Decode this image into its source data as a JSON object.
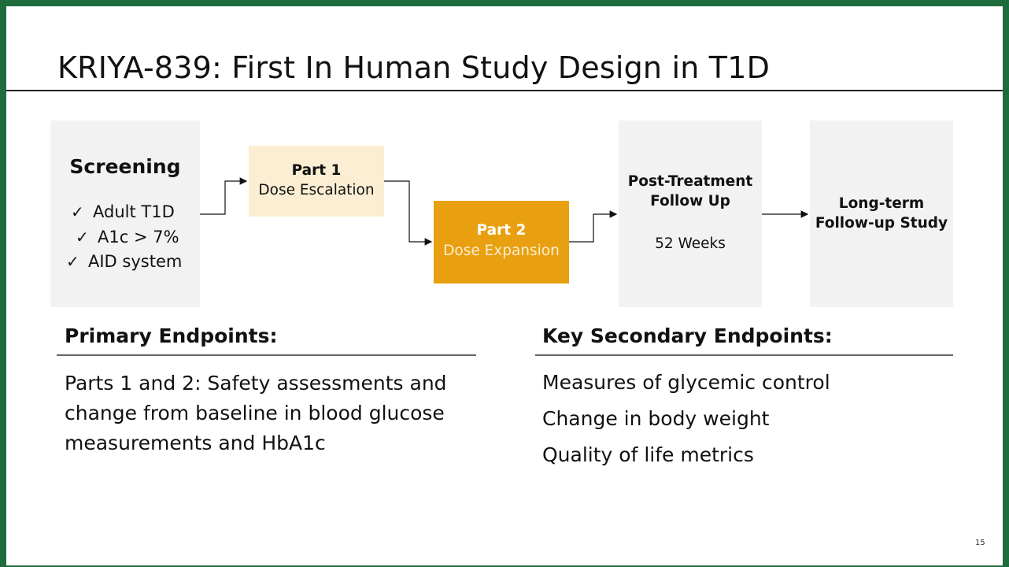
{
  "slide": {
    "title": "KRIYA-839: First In Human Study Design in T1D",
    "page_number": "15"
  },
  "flow": {
    "screening": {
      "title": "Screening",
      "criteria": [
        "Adult T1D",
        "A1c > 7%",
        "AID system"
      ],
      "check_glyph": "✓"
    },
    "part1": {
      "title": "Part 1",
      "subtitle": "Dose Escalation"
    },
    "part2": {
      "title": "Part 2",
      "subtitle": "Dose Expansion"
    },
    "post_treatment": {
      "line1": "Post-Treatment",
      "line2": "Follow Up",
      "duration": "52 Weeks"
    },
    "long_term": {
      "line1": "Long-term",
      "line2": "Follow-up Study"
    }
  },
  "endpoints": {
    "primary": {
      "heading": "Primary Endpoints:",
      "text": "Parts 1 and 2: Safety assessments and change from baseline in blood glucose measurements and HbA1c"
    },
    "secondary": {
      "heading": "Key Secondary Endpoints:",
      "items": [
        "Measures of glycemic control",
        "Change in body weight",
        "Quality of life metrics"
      ]
    }
  },
  "colors": {
    "frame": "#1e6b3e",
    "grey_box": "#f2f2f2",
    "part1_fill": "#fbeed2",
    "part2_fill": "#e8a010"
  }
}
